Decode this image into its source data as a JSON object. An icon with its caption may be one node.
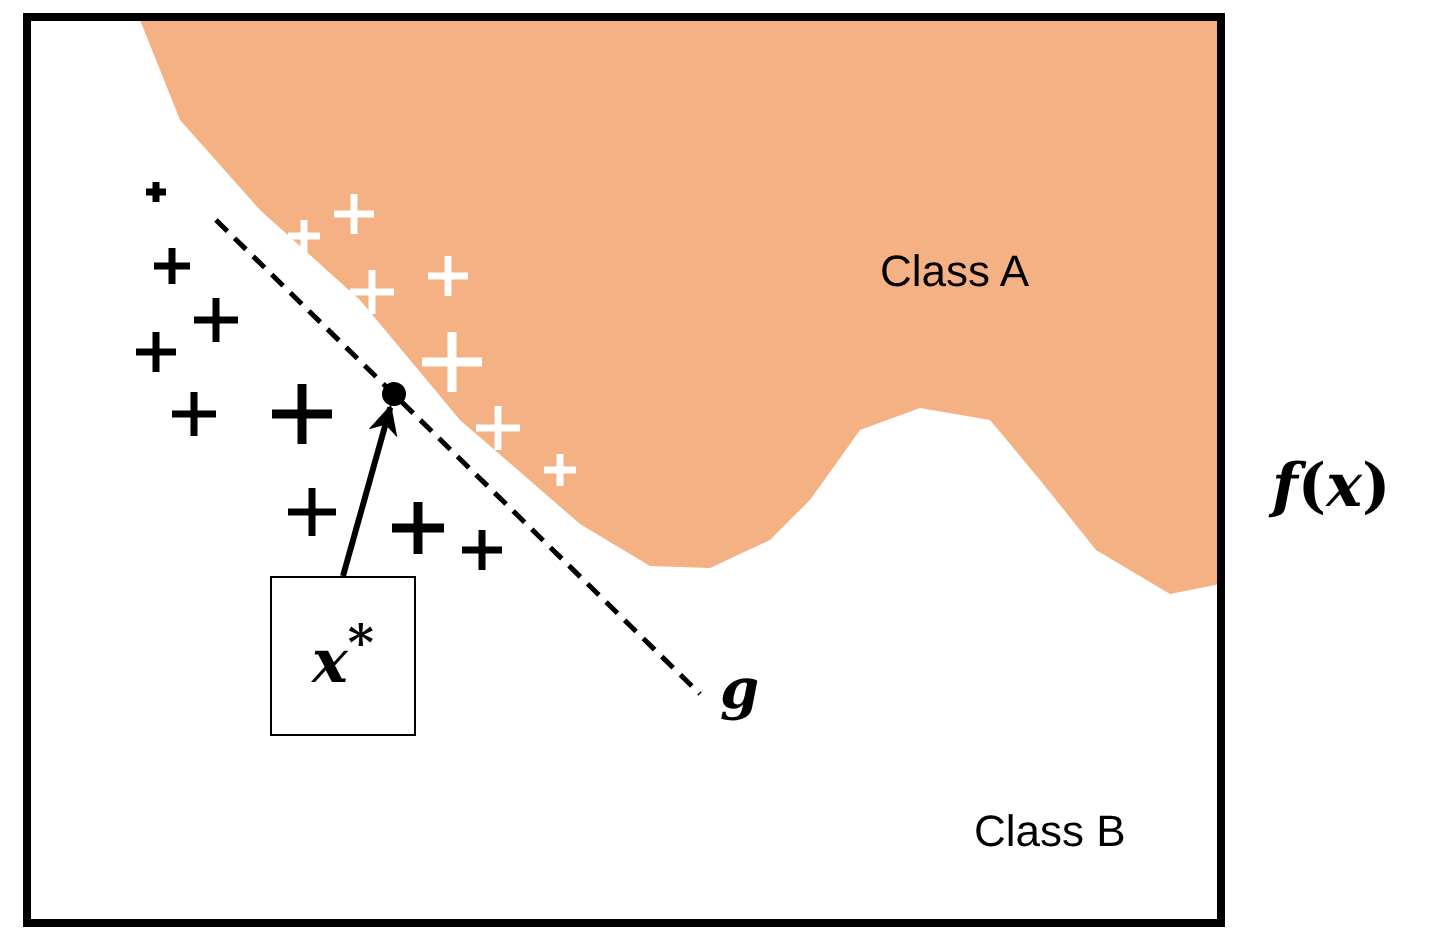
{
  "diagram": {
    "nodes": [
      {
        "text": [
          "Class A"
        ]
      },
      {
        "text": [
          "*x*$^{*}$"
        ]
      },
      {
        "text": [],
        "shape": "circle"
      }
    ],
    "edges": [
      {
        "from": 1,
        "to": 2,
        "arrow": "to"
      }
    ],
    "labels": [
      "*g*",
      "*f*(*x*)",
      "Class B"
    ]
  }
}
